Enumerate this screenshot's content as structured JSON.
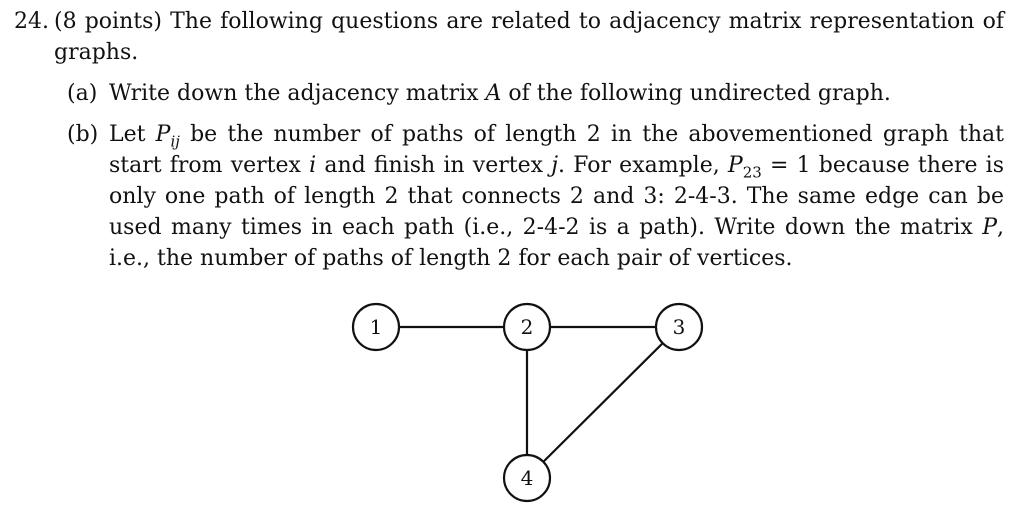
{
  "question": {
    "number": "24.",
    "points": "(8 points)",
    "intro": "The following questions are related to adjacency matrix representation of graphs."
  },
  "part_a": {
    "label": "(a)",
    "text_1": "Write down the adjacency matrix ",
    "var_A": "A",
    "text_2": " of the following undirected graph."
  },
  "part_b": {
    "label": "(b)",
    "t1": "Let ",
    "var_P": "P",
    "sub_ij": "ij",
    "t2": " be the number of paths of length 2 in the abovementioned graph that start from vertex ",
    "var_i": "i",
    "t3": " and finish in vertex ",
    "var_j": "j",
    "t4": ". For example, ",
    "var_P2": "P",
    "sub_23": "23",
    "t5": " = 1 because there is only one path of length 2 that connects 2 and 3: 2-4-3. The same edge can be used many times in each path (i.e., 2-4-2 is a path). Write down the matrix ",
    "var_P3": "P",
    "t6": ", i.e., the number of paths of length 2 for each pair of vertices."
  },
  "graph": {
    "nodes": [
      {
        "id": "1",
        "label": "1"
      },
      {
        "id": "2",
        "label": "2"
      },
      {
        "id": "3",
        "label": "3"
      },
      {
        "id": "4",
        "label": "4"
      }
    ],
    "edges": [
      {
        "from": "1",
        "to": "2"
      },
      {
        "from": "2",
        "to": "3"
      },
      {
        "from": "2",
        "to": "4"
      },
      {
        "from": "3",
        "to": "4"
      }
    ]
  }
}
